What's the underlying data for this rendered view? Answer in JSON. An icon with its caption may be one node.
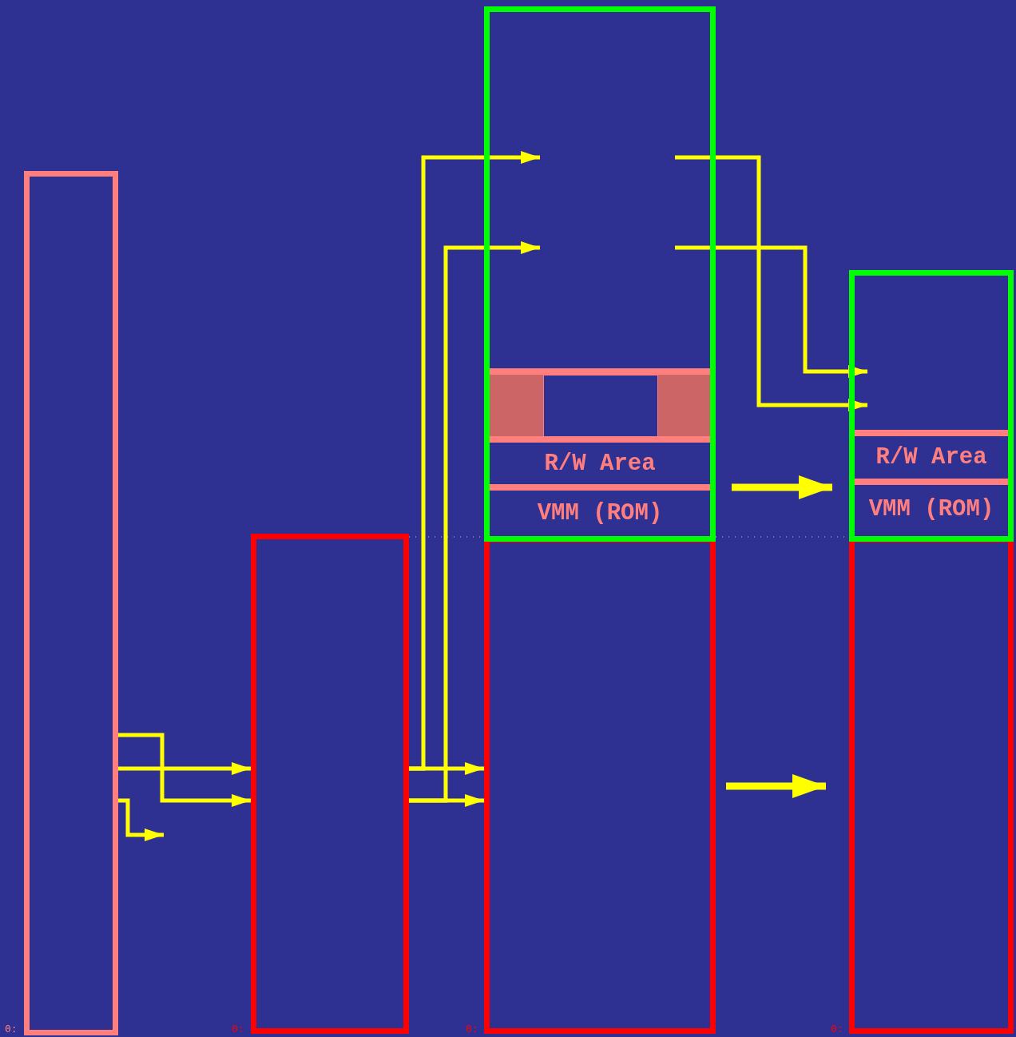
{
  "diagram": {
    "nodes": [
      {
        "text": [],
        "shape": "box",
        "beside": [
          "0:"
        ]
      },
      {
        "text": [],
        "shape": "box",
        "beside": [
          "0:"
        ]
      },
      {
        "text": [],
        "shape": "box"
      },
      {
        "text": [],
        "shape": "box",
        "beside": [
          "0:"
        ]
      },
      {
        "text": [],
        "shape": "box"
      },
      {
        "text": [],
        "shape": "box",
        "beside": [
          "0:"
        ]
      },
      {
        "text": [
          "R/W Area"
        ],
        "in": 2
      },
      {
        "text": [
          "VMM (ROM)"
        ],
        "in": 2
      },
      {
        "text": [
          "R/W Area"
        ],
        "in": 4
      },
      {
        "text": [
          "VMM (ROM)"
        ],
        "in": 4
      }
    ],
    "edges": [
      {
        "from": 0,
        "to": 1,
        "arrow": "to"
      },
      {
        "from": 0,
        "to": 1,
        "arrow": "to"
      },
      {
        "from": 0,
        "to": null,
        "arrow": "to"
      },
      {
        "from": 1,
        "to": 3,
        "arrow": "to"
      },
      {
        "from": 1,
        "to": 2,
        "arrow": "to"
      },
      {
        "from": 1,
        "to": 3,
        "arrow": "to"
      },
      {
        "from": 1,
        "to": 2,
        "arrow": "to"
      },
      {
        "from": 2,
        "to": 4,
        "arrow": "to"
      },
      {
        "from": 2,
        "to": 4,
        "arrow": "to"
      },
      {
        "from": 2,
        "to": 4,
        "arrow": "to",
        "style": "thick"
      },
      {
        "from": 3,
        "to": 5,
        "arrow": "to",
        "style": "thick"
      }
    ]
  }
}
